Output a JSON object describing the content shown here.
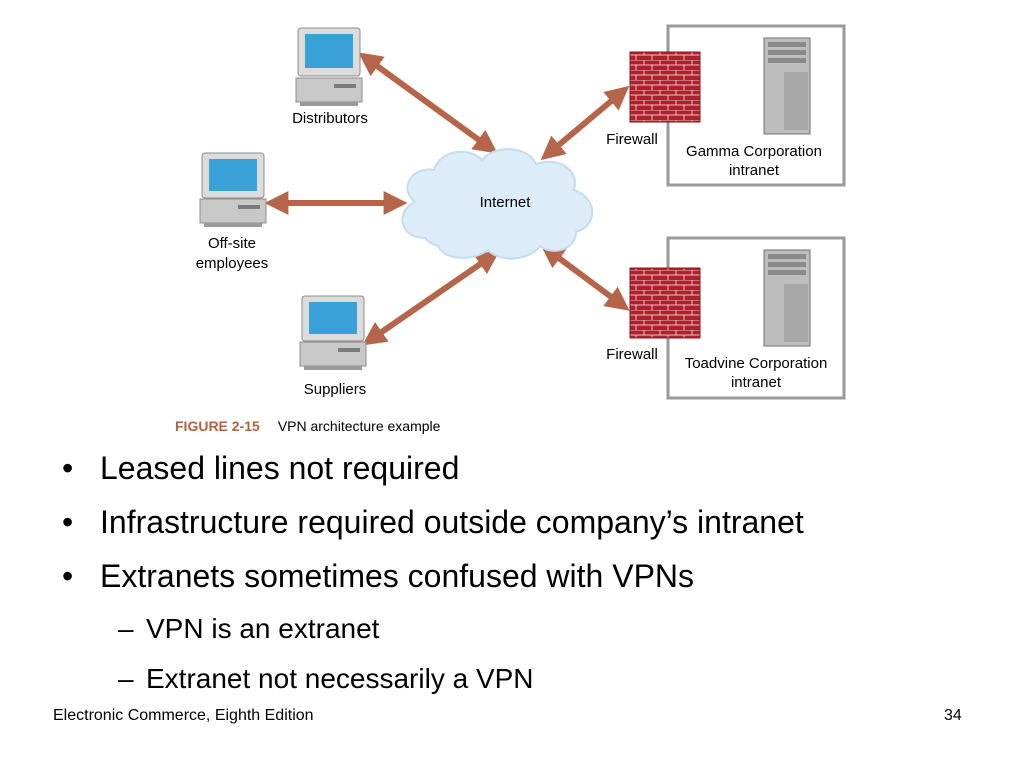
{
  "diagram": {
    "nodes": {
      "distributors": "Distributors",
      "offsite_line1": "Off-site",
      "offsite_line2": "employees",
      "suppliers": "Suppliers",
      "internet": "Internet",
      "firewall_top": "Firewall",
      "firewall_bottom": "Firewall",
      "gamma_line1": "Gamma Corporation",
      "gamma_line2": "intranet",
      "toadvine_line1": "Toadvine Corporation",
      "toadvine_line2": "intranet"
    },
    "caption": {
      "number": "FIGURE 2-15",
      "text": "VPN architecture example"
    }
  },
  "bullets": [
    "Leased lines not required",
    "Infrastructure required outside company’s intranet",
    "Extranets sometimes confused with VPNs"
  ],
  "sub_bullets": [
    "VPN is an extranet",
    "Extranet not necessarily a VPN"
  ],
  "footer": {
    "title": "Electronic Commerce, Eighth Edition",
    "page": "34"
  },
  "colors": {
    "arrow": "#b5654a",
    "firewall": "#b0202c",
    "cloud": "#dcecf8",
    "screen": "#3aa0d8",
    "caption_number": "#b2613c"
  }
}
